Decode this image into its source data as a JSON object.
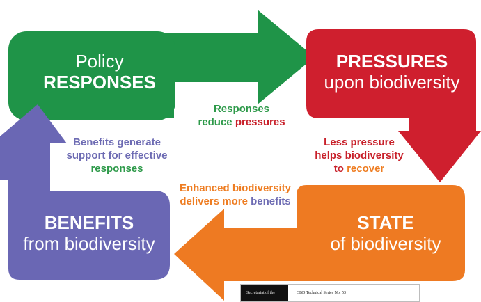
{
  "boxes": {
    "policy": {
      "line1": "Policy",
      "line2": "RESPONSES",
      "color": "#1f9448"
    },
    "pressures": {
      "line1": "PRESSURES",
      "line2": "upon biodiversity",
      "color": "#cf1f2e"
    },
    "state": {
      "line1": "STATE",
      "line2": "of biodiversity",
      "color": "#ee7a22"
    },
    "benefits": {
      "line1": "BENEFITS",
      "line2": "from biodiversity",
      "color": "#6a67b4"
    }
  },
  "captions": {
    "responses_reduce": {
      "w1": "Responses",
      "w2": "reduce",
      "w3": "pressures"
    },
    "less_pressure": {
      "w1": "Less pressure",
      "w2": "helps biodiversity",
      "w3": "to",
      "w4": "recover"
    },
    "enhanced": {
      "w1": "Enhanced biodiversity",
      "w2": "delivers more",
      "w3": "benefits"
    },
    "benefits_generate": {
      "w1": "Benefits generate",
      "w2": "support for effective",
      "w3": "responses"
    }
  },
  "thumbnail": {
    "left_text": "Secretariat of the",
    "series_text": "CBD Technical Series No. 53"
  },
  "colors": {
    "green": "#1f9448",
    "red": "#cf1f2e",
    "orange": "#ee7a22",
    "purple": "#6a67b4"
  }
}
